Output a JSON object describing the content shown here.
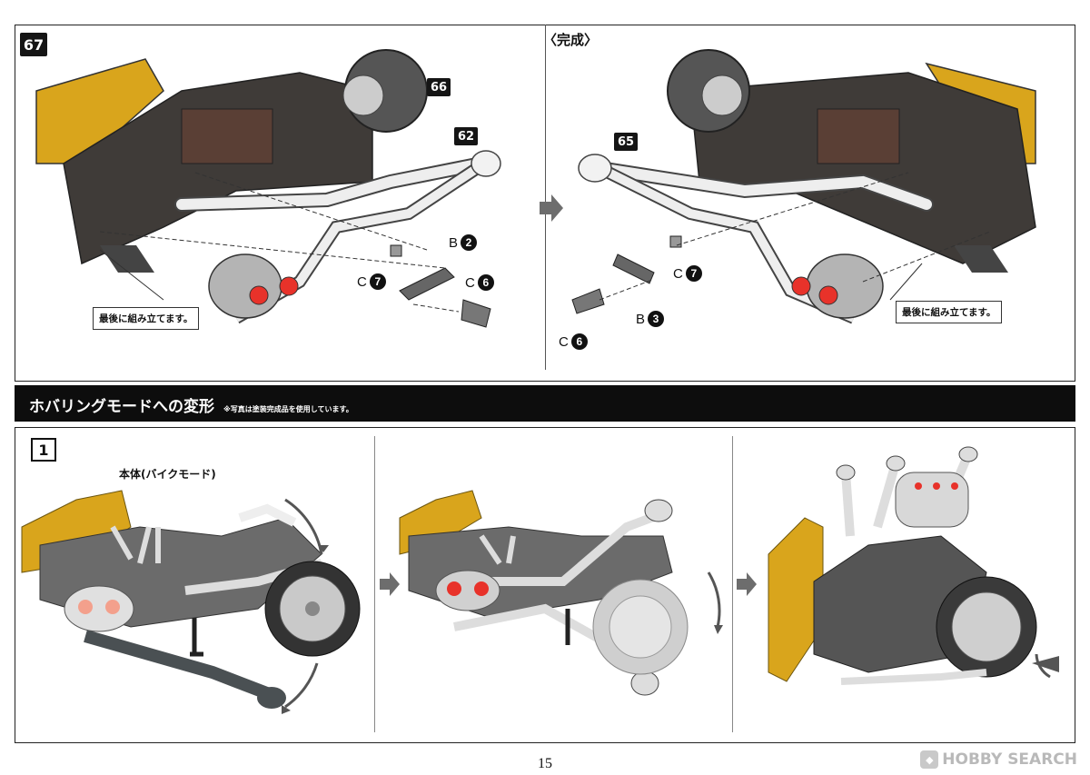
{
  "step_67": {
    "badge": "67",
    "completed_label": "〈完成〉",
    "left": {
      "part_66": "66",
      "part_62": "62",
      "sprue_b": {
        "letter": "B",
        "num": "2"
      },
      "sprue_c7": {
        "letter": "C",
        "num": "7"
      },
      "sprue_c6": {
        "letter": "C",
        "num": "6"
      },
      "note": "最後に組み立てます。"
    },
    "right": {
      "part_65": "65",
      "sprue_c7": {
        "letter": "C",
        "num": "7"
      },
      "sprue_b": {
        "letter": "B",
        "num": "3"
      },
      "sprue_c6": {
        "letter": "C",
        "num": "6"
      },
      "note": "最後に組み立てます。"
    }
  },
  "section": {
    "title": "ホバリングモードへの変形",
    "note": "※写真は塗装完成品を使用しています。"
  },
  "step_1": {
    "badge": "1",
    "body_label": "本体(バイクモード)"
  },
  "footer": {
    "page_number": "15",
    "watermark": "HOBBY SEARCH"
  },
  "colors": {
    "accent_black": "#151515",
    "armor_yellow": "#d9a51c",
    "metal_grey": "#8a8a8a",
    "light_red": "#e8322a"
  }
}
